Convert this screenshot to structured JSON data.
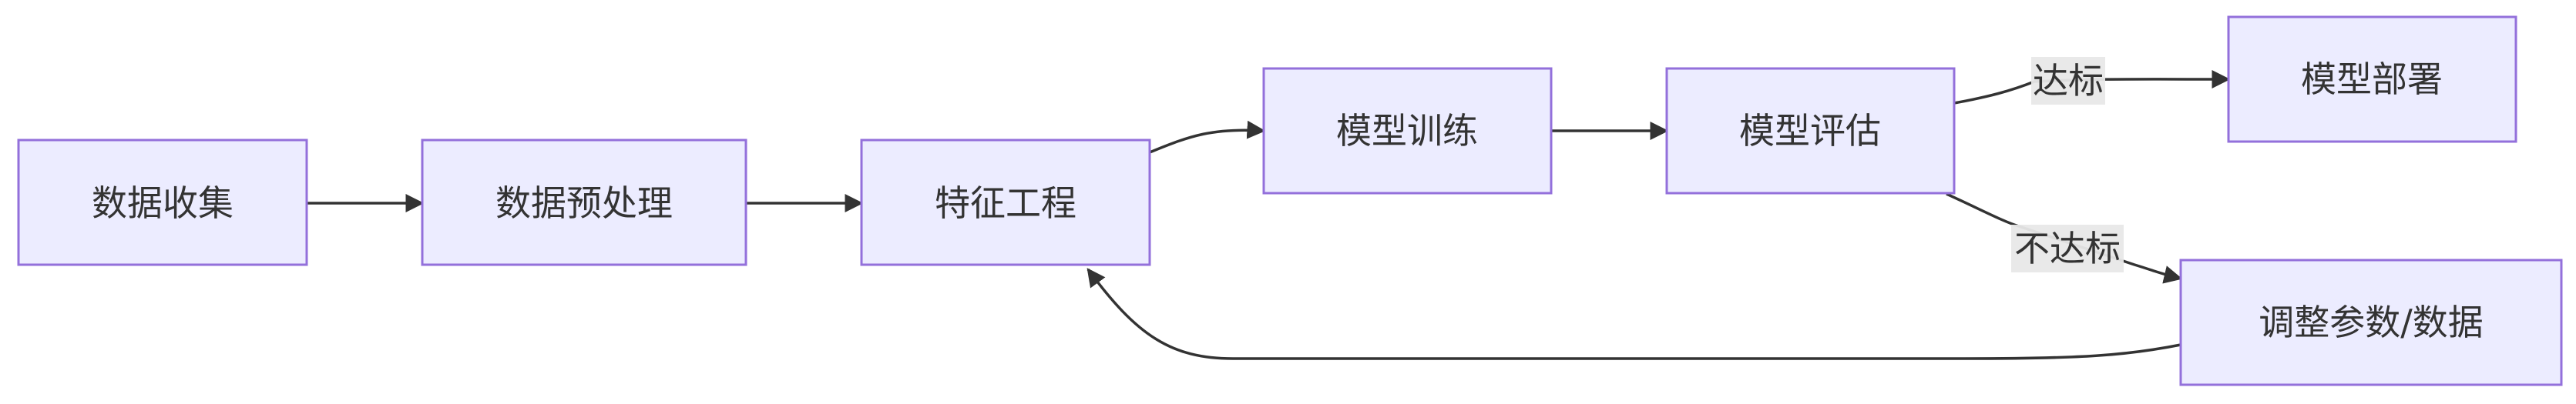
{
  "nodes": {
    "collect": {
      "label": "数据收集"
    },
    "preprocess": {
      "label": "数据预处理"
    },
    "feature": {
      "label": "特征工程"
    },
    "train": {
      "label": "模型训练"
    },
    "evaluate": {
      "label": "模型评估"
    },
    "deploy": {
      "label": "模型部署"
    },
    "adjust": {
      "label": "调整参数/数据"
    }
  },
  "edges": {
    "pass": {
      "label": "达标"
    },
    "fail": {
      "label": "不达标"
    }
  },
  "colors": {
    "node_fill": "#ECECFF",
    "node_stroke": "#9370DB",
    "edge": "#333333",
    "text": "#333333",
    "edge_label_bg": "#e8e8e8"
  }
}
